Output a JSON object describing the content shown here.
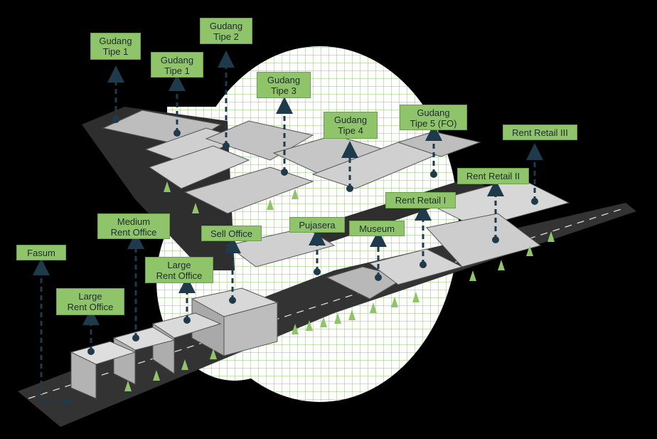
{
  "labels": {
    "gudang_tipe1_a": "Gudang\nTipe 1",
    "gudang_tipe1_b": "Gudang\nTipe 1",
    "gudang_tipe2": "Gudang\nTipe 2",
    "gudang_tipe3": "Gudang\nTipe 3",
    "gudang_tipe4": "Gudang\nTipe 4",
    "gudang_tipe5": "Gudang\nTipe 5 (FO)",
    "rent_retail_3": "Rent Retail III",
    "rent_retail_2": "Rent Retail II",
    "rent_retail_1": "Rent Retail I",
    "museum": "Museum",
    "pujasera": "Pujasera",
    "sell_office": "Sell Office",
    "medium_rent_office": "Medium\nRent Office",
    "large_rent_office_a": "Large\nRent Office",
    "large_rent_office_b": "Large\nRent Office",
    "fasum": "Fasum"
  },
  "colors": {
    "label_bg": "#8fc46a",
    "grid_line": "#8fc46a",
    "marker": "#1f3a4a",
    "road": "#2b2b2b",
    "building": "#c9c9c9"
  }
}
